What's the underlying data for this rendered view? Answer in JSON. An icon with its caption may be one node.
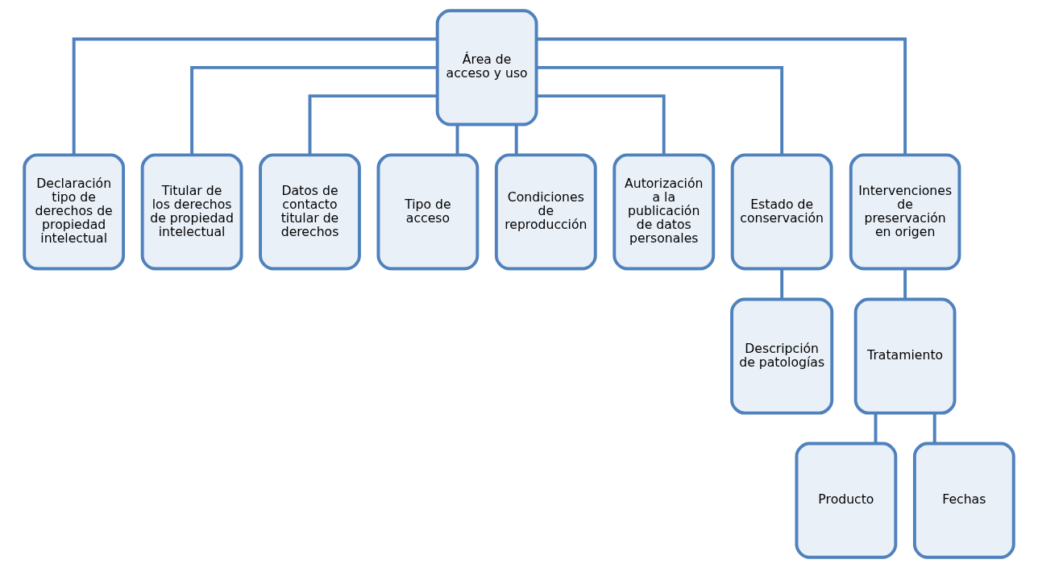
{
  "diagram": {
    "nodes": [
      {
        "text": [
          "Área de acceso y uso"
        ]
      },
      {
        "text": [
          "Declaración tipo de derechos de propiedad intelectual"
        ]
      },
      {
        "text": [
          "Titular de los derechos de propiedad intelectual"
        ]
      },
      {
        "text": [
          "Datos de contacto titular de derechos"
        ]
      },
      {
        "text": [
          "Tipo de acceso"
        ]
      },
      {
        "text": [
          "Condiciones de reproducción"
        ]
      },
      {
        "text": [
          "Autorización a la publicación de datos personales"
        ]
      },
      {
        "text": [
          "Estado de conservación"
        ]
      },
      {
        "text": [
          "Intervenciones de preservación en origen"
        ]
      },
      {
        "text": [
          "Descripción de patologías"
        ]
      },
      {
        "text": [
          "Tratamiento"
        ]
      },
      {
        "text": [
          "Producto"
        ]
      },
      {
        "text": [
          "Fechas"
        ]
      }
    ],
    "edges": [
      {
        "from": 0,
        "to": 1,
        "arrow": "none"
      },
      {
        "from": 0,
        "to": 2,
        "arrow": "none"
      },
      {
        "from": 0,
        "to": 3,
        "arrow": "none"
      },
      {
        "from": 0,
        "to": 4,
        "arrow": "none"
      },
      {
        "from": 0,
        "to": 5,
        "arrow": "none"
      },
      {
        "from": 0,
        "to": 6,
        "arrow": "none"
      },
      {
        "from": 0,
        "to": 7,
        "arrow": "none"
      },
      {
        "from": 0,
        "to": 8,
        "arrow": "none"
      },
      {
        "from": 7,
        "to": 9,
        "arrow": "none"
      },
      {
        "from": 8,
        "to": 10,
        "arrow": "none"
      },
      {
        "from": 10,
        "to": 11,
        "arrow": "none"
      },
      {
        "from": 10,
        "to": 12,
        "arrow": "none"
      }
    ]
  }
}
